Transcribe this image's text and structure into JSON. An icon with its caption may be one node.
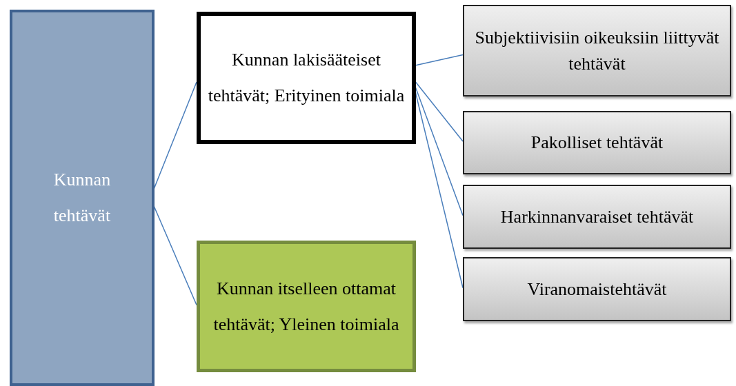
{
  "diagram": {
    "nodes": [
      {
        "text": [
          "Kunnan tehtävät"
        ]
      },
      {
        "text": [
          "Kunnan lakisääteiset tehtävät; Erityinen toimiala"
        ]
      },
      {
        "text": [
          "Kunnan itselleen ottamat tehtävät; Yleinen toimiala"
        ]
      },
      {
        "text": [
          "Subjektiivisiin oikeuksiin liittyvät tehtävät"
        ]
      },
      {
        "text": [
          "Pakolliset tehtävät"
        ]
      },
      {
        "text": [
          "Harkinnanvaraiset tehtävät"
        ]
      },
      {
        "text": [
          "Viranomaistehtävät"
        ]
      }
    ],
    "edges": [
      {
        "from": 0,
        "to": 1,
        "arrow": "none"
      },
      {
        "from": 0,
        "to": 2,
        "arrow": "none"
      },
      {
        "from": 1,
        "to": 3,
        "arrow": "none"
      },
      {
        "from": 1,
        "to": 4,
        "arrow": "none"
      },
      {
        "from": 1,
        "to": 5,
        "arrow": "none"
      },
      {
        "from": 1,
        "to": 6,
        "arrow": "none"
      }
    ]
  }
}
